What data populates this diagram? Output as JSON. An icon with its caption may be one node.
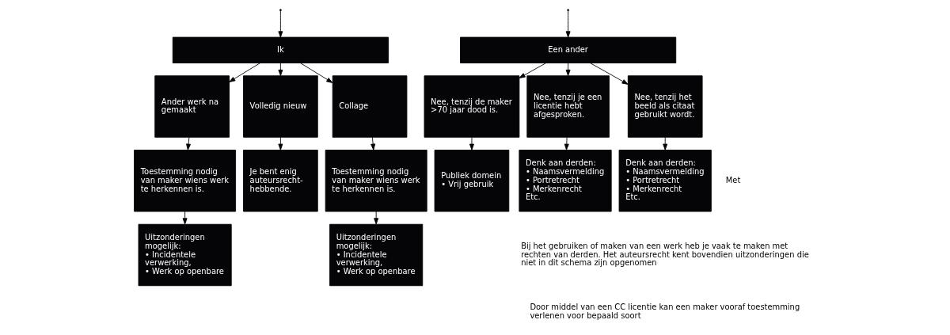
{
  "diagram": {
    "nodes": [
      {
        "text": [
          "Ik"
        ]
      },
      {
        "text": [
          "Ander werk na gemaakt"
        ]
      },
      {
        "text": [
          "Volledig nieuw"
        ]
      },
      {
        "text": [
          "Collage"
        ]
      },
      {
        "text": [
          "Toestemming nodig van maker wiens werk te herkennen is."
        ]
      },
      {
        "text": [
          "Je bent enig auteursrecht-hebbende."
        ]
      },
      {
        "text": [
          "Toestemming nodig van maker wiens werk te herkennen is."
        ]
      },
      {
        "text": [
          "Uitzonderingen mogelijk:",
          "• Incidentele verwerking,",
          "• Werk op openbare"
        ]
      },
      {
        "text": [
          "Uitzonderingen mogelijk:",
          "• Incidentele verwerking,",
          "• Werk op openbare"
        ]
      },
      {
        "text": [
          "Een ander"
        ]
      },
      {
        "text": [
          "Nee, tenzij de maker >70 jaar dood is."
        ]
      },
      {
        "text": [
          "Nee, tenzij je een licentie hebt afgesproken."
        ]
      },
      {
        "text": [
          "Nee, tenzij het beeld als citaat gebruikt wordt."
        ]
      },
      {
        "text": [
          "Publiek domein",
          "• Vrij gebruik"
        ]
      },
      {
        "text": [
          "Denk aan derden:",
          "• Naamsvermelding",
          "• Portretrecht",
          "• Merkenrecht",
          "Etc."
        ]
      },
      {
        "text": [
          "Denk aan derden:",
          "• Naamsvermelding",
          "• Portretrecht",
          "• Merkenrecht",
          "Etc."
        ]
      }
    ],
    "edges": [
      {
        "from": null,
        "to": 0,
        "arrow": "to"
      },
      {
        "from": null,
        "to": 9,
        "arrow": "to"
      },
      {
        "from": 0,
        "to": 1,
        "arrow": "to"
      },
      {
        "from": 0,
        "to": 2,
        "arrow": "to"
      },
      {
        "from": 0,
        "to": 3,
        "arrow": "to"
      },
      {
        "from": 1,
        "to": 4,
        "arrow": "to"
      },
      {
        "from": 2,
        "to": 5,
        "arrow": "to"
      },
      {
        "from": 3,
        "to": 6,
        "arrow": "to"
      },
      {
        "from": 4,
        "to": 7,
        "arrow": "to"
      },
      {
        "from": 6,
        "to": 8,
        "arrow": "to"
      },
      {
        "from": 9,
        "to": 10,
        "arrow": "to"
      },
      {
        "from": 9,
        "to": 11,
        "arrow": "to"
      },
      {
        "from": 9,
        "to": 12,
        "arrow": "to"
      },
      {
        "from": 10,
        "to": 13,
        "arrow": "to"
      },
      {
        "from": 11,
        "to": 14,
        "arrow": "to"
      },
      {
        "from": 12,
        "to": 15,
        "arrow": "to"
      }
    ],
    "labels": [
      "Met",
      "Bij het gebruiken of maken van een werk heb je vaak te maken met rechten van derden. Het auteursrecht kent bovendien uitzonderingen die niet in dit schema zijn opgenomen",
      "Door middel van een CC licentie kan een maker vooraf toestemming verlenen voor bepaald soort"
    ]
  }
}
